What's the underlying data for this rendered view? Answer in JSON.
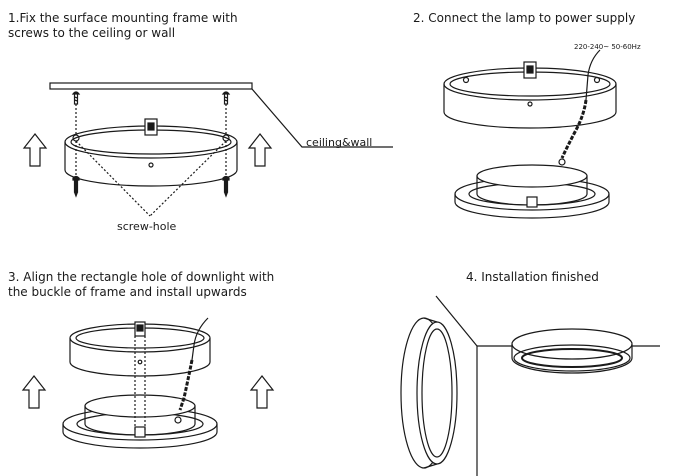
{
  "steps": {
    "step1": {
      "caption": "1.Fix the surface mounting frame with\n  screws to the ceiling or wall",
      "label_ceiling": "ceiling&wall",
      "label_screw_hole": "screw-hole"
    },
    "step2": {
      "caption": "2. Connect the lamp to power supply",
      "label_power": "220-240~ 50-60Hz"
    },
    "step3": {
      "caption": "3. Align the rectangle hole of downlight with\n   the buckle of frame and install upwards"
    },
    "step4": {
      "caption": "4.  Installation finished"
    }
  },
  "icons": [
    "up-arrow-icon",
    "screw-icon",
    "mounting-frame",
    "downlight"
  ]
}
